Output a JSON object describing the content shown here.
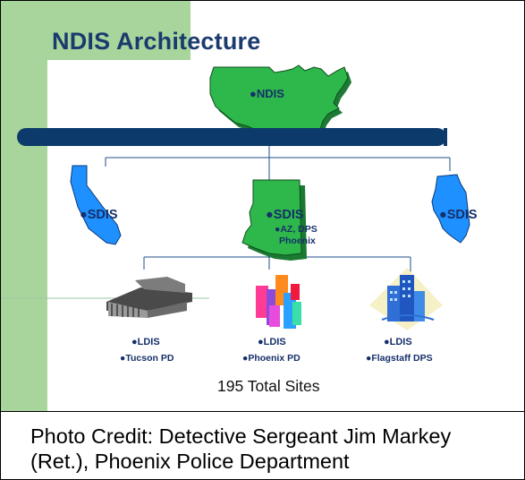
{
  "title": "NDIS Architecture",
  "nodes": {
    "ndis": {
      "label": "●NDIS"
    },
    "sdis_left": {
      "label": "●SDIS"
    },
    "sdis_center": {
      "label": "●SDIS",
      "sub1": "●AZ, DPS",
      "sub2": "Phoenix"
    },
    "sdis_right": {
      "label": "●SDIS"
    },
    "ldis_tucson": {
      "label": "●LDIS",
      "sub": "●Tucson PD"
    },
    "ldis_phoenix": {
      "label": "●LDIS",
      "sub": "●Phoenix PD"
    },
    "ldis_flagstaff": {
      "label": "●LDIS",
      "sub": "●Flagstaff DPS"
    }
  },
  "total": "195 Total Sites",
  "caption": "Photo Credit: Detective Sergeant Jim Markey (Ret.), Phoenix Police Department",
  "colors": {
    "green": "#a8d59b",
    "map_green": "#2eb84b",
    "state_blue": "#1e90ff",
    "bar_navy": "#0b3a6b",
    "text_navy": "#15306a"
  },
  "icons": [
    "usa-map-icon",
    "california-icon",
    "arizona-icon",
    "illinois-icon",
    "building-icon",
    "colorful-buildings-icon",
    "city-buildings-icon"
  ]
}
